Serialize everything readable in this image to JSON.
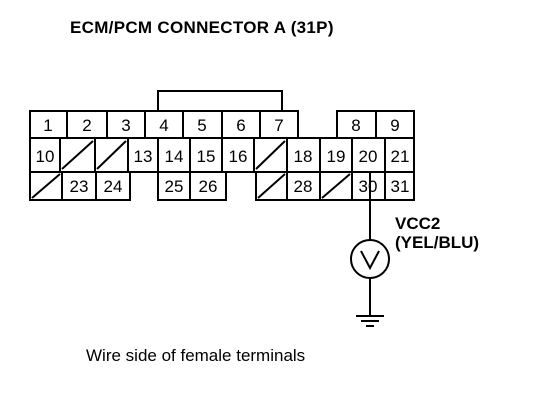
{
  "title": "ECM/PCM CONNECTOR A (31P)",
  "caption": "Wire side of female terminals",
  "signal": {
    "name": "VCC2",
    "wire_color": "(YEL/BLU)"
  },
  "connector": {
    "row1": [
      "1",
      "2",
      "3",
      "4",
      "5",
      "6",
      "7",
      "",
      "8",
      "9"
    ],
    "row2": [
      "10",
      "",
      "",
      "13",
      "14",
      "15",
      "16",
      "",
      "18",
      "19",
      "20",
      "21"
    ],
    "row3": [
      "",
      "23",
      "24",
      "25",
      "26",
      "",
      "28",
      "",
      "30",
      "31"
    ]
  },
  "meter": {
    "type": "voltmeter",
    "symbol": "V"
  },
  "ground": {
    "symbol": "ground-icon"
  }
}
